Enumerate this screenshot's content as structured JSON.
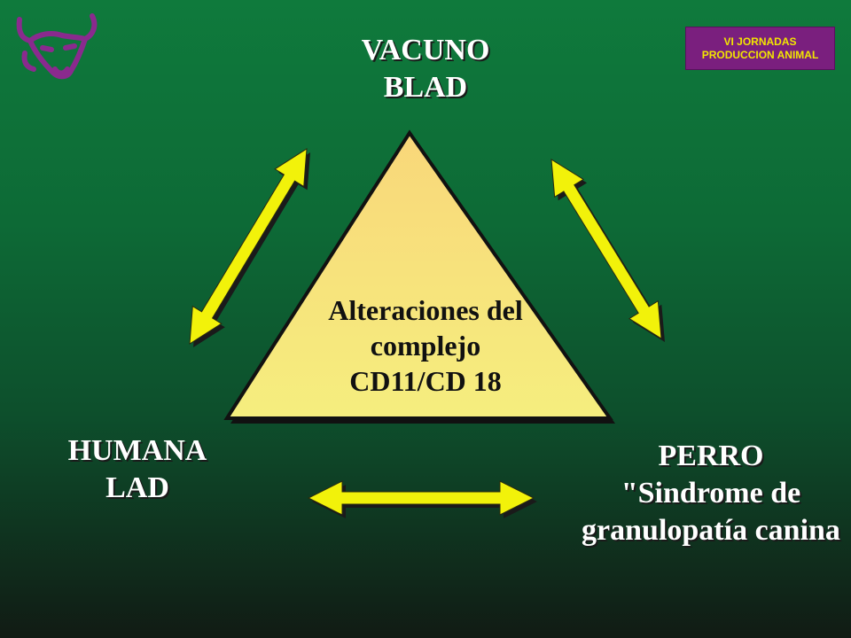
{
  "badge": {
    "line1": "VI JORNADAS",
    "line2": "PRODUCCION ANIMAL"
  },
  "nodes": {
    "vacuno": {
      "line1": "VACUNO",
      "line2": "BLAD"
    },
    "humana": {
      "line1": "HUMANA",
      "line2": "LAD"
    },
    "perro": {
      "line1": "PERRO",
      "line2": "\"Sindrome de",
      "line3": "granulopatía canina"
    }
  },
  "center": {
    "line1": "Alteraciones del",
    "line2": "complejo",
    "line3": "CD11/CD 18"
  },
  "colors": {
    "triangle_fill": "#f7e27a",
    "arrow_fill": "#f2f20a",
    "logo": "#8a2a8e",
    "background_top": "#0f7a3c",
    "background_bottom": "#111b14"
  },
  "icons": {
    "logo": "bull-head-icon"
  }
}
